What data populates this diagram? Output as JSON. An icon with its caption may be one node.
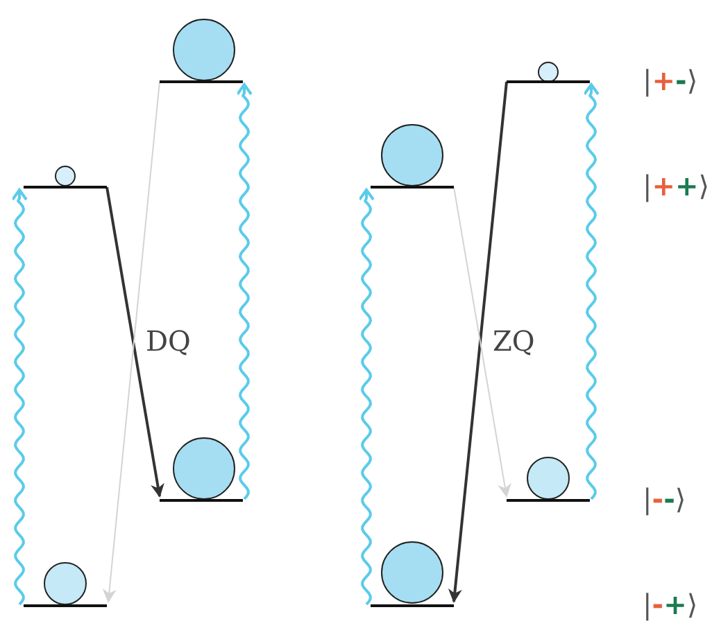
{
  "diagram": {
    "nodes": [
      {
        "text": [],
        "shape": "bar"
      },
      {
        "text": [],
        "shape": "bar"
      },
      {
        "text": [],
        "shape": "bar"
      },
      {
        "text": [],
        "shape": "bar"
      },
      {
        "text": [],
        "shape": "bar"
      },
      {
        "text": [],
        "shape": "bar"
      },
      {
        "text": [],
        "shape": "bar"
      },
      {
        "text": [],
        "shape": "bar"
      }
    ],
    "edges": [
      {
        "from": 1,
        "to": 0,
        "arrow": "to",
        "color": "#5bcbea"
      },
      {
        "from": 3,
        "to": 2,
        "arrow": "to",
        "color": "#5bcbea"
      },
      {
        "from": 0,
        "to": 3,
        "arrow": "to",
        "label": "DQ",
        "color": "#333333"
      },
      {
        "from": 2,
        "to": 1,
        "arrow": "to",
        "color": "#d4d4d4"
      },
      {
        "from": 5,
        "to": 4,
        "arrow": "to",
        "color": "#5bcbea"
      },
      {
        "from": 7,
        "to": 6,
        "arrow": "to",
        "color": "#5bcbea"
      },
      {
        "from": 6,
        "to": 5,
        "arrow": "to",
        "label": "ZQ",
        "color": "#333333"
      },
      {
        "from": 4,
        "to": 7,
        "arrow": "to",
        "color": "#d4d4d4"
      }
    ],
    "labels": [
      "|+-⟩",
      "|++⟩",
      "|--⟩",
      "|-+⟩"
    ]
  }
}
